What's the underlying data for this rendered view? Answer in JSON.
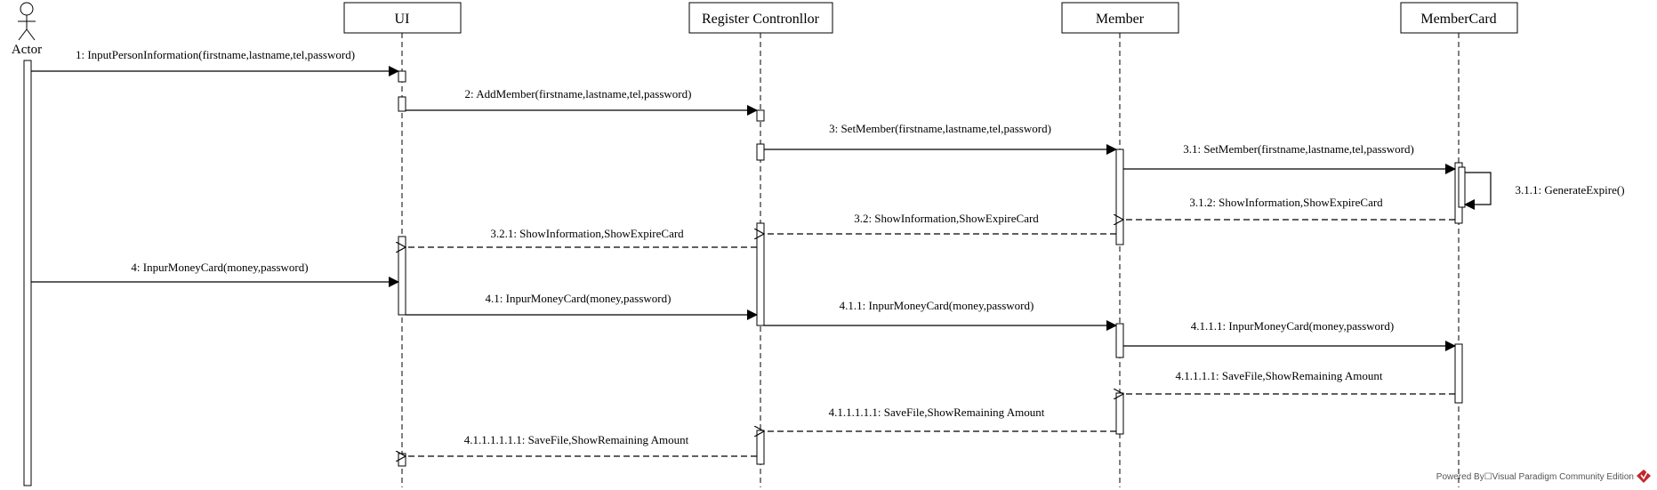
{
  "actor": {
    "label": "Actor"
  },
  "lifelines": [
    {
      "id": "ui",
      "label": "UI"
    },
    {
      "id": "controller",
      "label": "Register Contronllor"
    },
    {
      "id": "member",
      "label": "Member"
    },
    {
      "id": "card",
      "label": "MemberCard"
    }
  ],
  "messages": [
    {
      "label": "1: InputPersonInformation(firstname,lastname,tel,password)",
      "kind": "call"
    },
    {
      "label": "2: AddMember(firstname,lastname,tel,password)",
      "kind": "call"
    },
    {
      "label": "3: SetMember(firstname,lastname,tel,password)",
      "kind": "call"
    },
    {
      "label": "3.1: SetMember(firstname,lastname,tel,password)",
      "kind": "call"
    },
    {
      "label": "3.1.1: GenerateExpire()",
      "kind": "self"
    },
    {
      "label": "3.1.2: ShowInformation,ShowExpireCard",
      "kind": "return"
    },
    {
      "label": "3.2: ShowInformation,ShowExpireCard",
      "kind": "return"
    },
    {
      "label": "3.2.1: ShowInformation,ShowExpireCard",
      "kind": "return"
    },
    {
      "label": "4: InpurMoneyCard(money,password)",
      "kind": "call"
    },
    {
      "label": "4.1: InpurMoneyCard(money,password)",
      "kind": "call"
    },
    {
      "label": "4.1.1: InpurMoneyCard(money,password)",
      "kind": "call"
    },
    {
      "label": "4.1.1.1: InpurMoneyCard(money,password)",
      "kind": "call"
    },
    {
      "label": "4.1.1.1.1: SaveFile,ShowRemaining Amount",
      "kind": "return"
    },
    {
      "label": "4.1.1.1.1.1: SaveFile,ShowRemaining Amount",
      "kind": "return"
    },
    {
      "label": "4.1.1.1.1.1.1: SaveFile,ShowRemaining Amount",
      "kind": "return"
    }
  ],
  "watermark": {
    "text": "Powered By☐Visual Paradigm Community Edition"
  },
  "colors": {
    "line": "#000000",
    "background": "#ffffff",
    "watermark": "#555555",
    "watermark_logo": "#c0272d"
  }
}
